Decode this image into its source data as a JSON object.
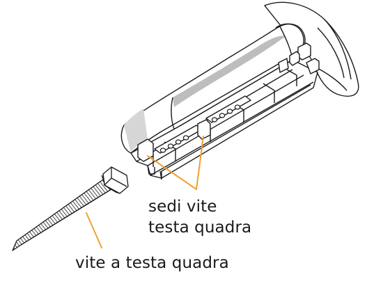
{
  "labels": {
    "seats_line1": "sedi vite",
    "seats_line2": "testa quadra",
    "screw": "vite a testa quadra"
  },
  "colors": {
    "line": "#1a1a1a",
    "leader": "#f0a030",
    "housing_shade": "#bdbdbd",
    "screw_shade": "#cfcfcf"
  }
}
